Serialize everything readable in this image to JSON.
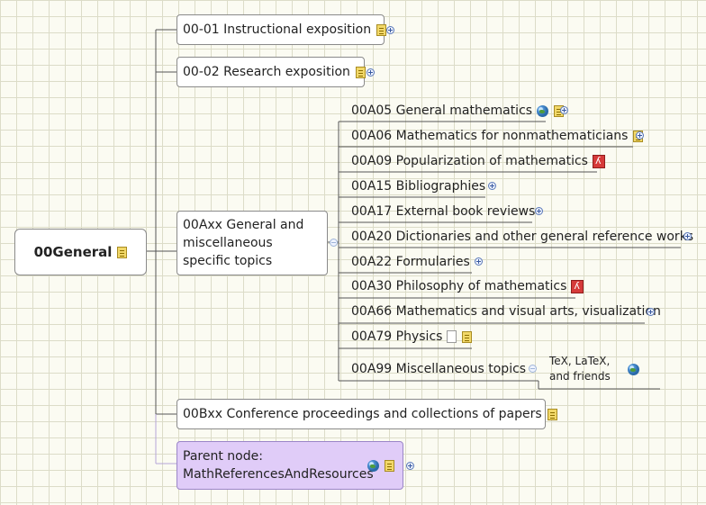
{
  "root": {
    "label": "00General"
  },
  "nodes": {
    "n0001": {
      "label": "00-01 Instructional exposition"
    },
    "n0002": {
      "label": "00-02 Research exposition"
    },
    "n00Axx": {
      "label": "00Axx General and miscellaneous specific topics"
    },
    "n00Bxx": {
      "label": "00Bxx Conference proceedings and collections of papers"
    },
    "parent": {
      "label": "Parent node: MathReferencesAndResources"
    }
  },
  "leaves": {
    "a05": {
      "label": "00A05 General mathematics"
    },
    "a06": {
      "label": "00A06 Mathematics for nonmathematicians"
    },
    "a09": {
      "label": "00A09 Popularization of mathematics"
    },
    "a15": {
      "label": "00A15 Bibliographies"
    },
    "a17": {
      "label": "00A17 External book reviews"
    },
    "a20": {
      "label": "00A20 Dictionaries and other general reference works"
    },
    "a22": {
      "label": "00A22 Formularies"
    },
    "a30": {
      "label": "00A30 Philosophy of mathematics"
    },
    "a66": {
      "label": "00A66 Mathematics and visual arts, visualization"
    },
    "a79": {
      "label": "00A79 Physics"
    },
    "a99": {
      "label": "00A99 Miscellaneous topics"
    },
    "tex": {
      "label": "TeX, LaTeX, and friends"
    }
  },
  "icons": [
    "note-icon",
    "globe-icon",
    "pdf-icon",
    "document-icon",
    "expand-icon",
    "collapse-icon"
  ],
  "colors": {
    "grid_background": "#fbfbf2",
    "parent_node_fill": "#e0ccf8",
    "connector": "#555555"
  }
}
